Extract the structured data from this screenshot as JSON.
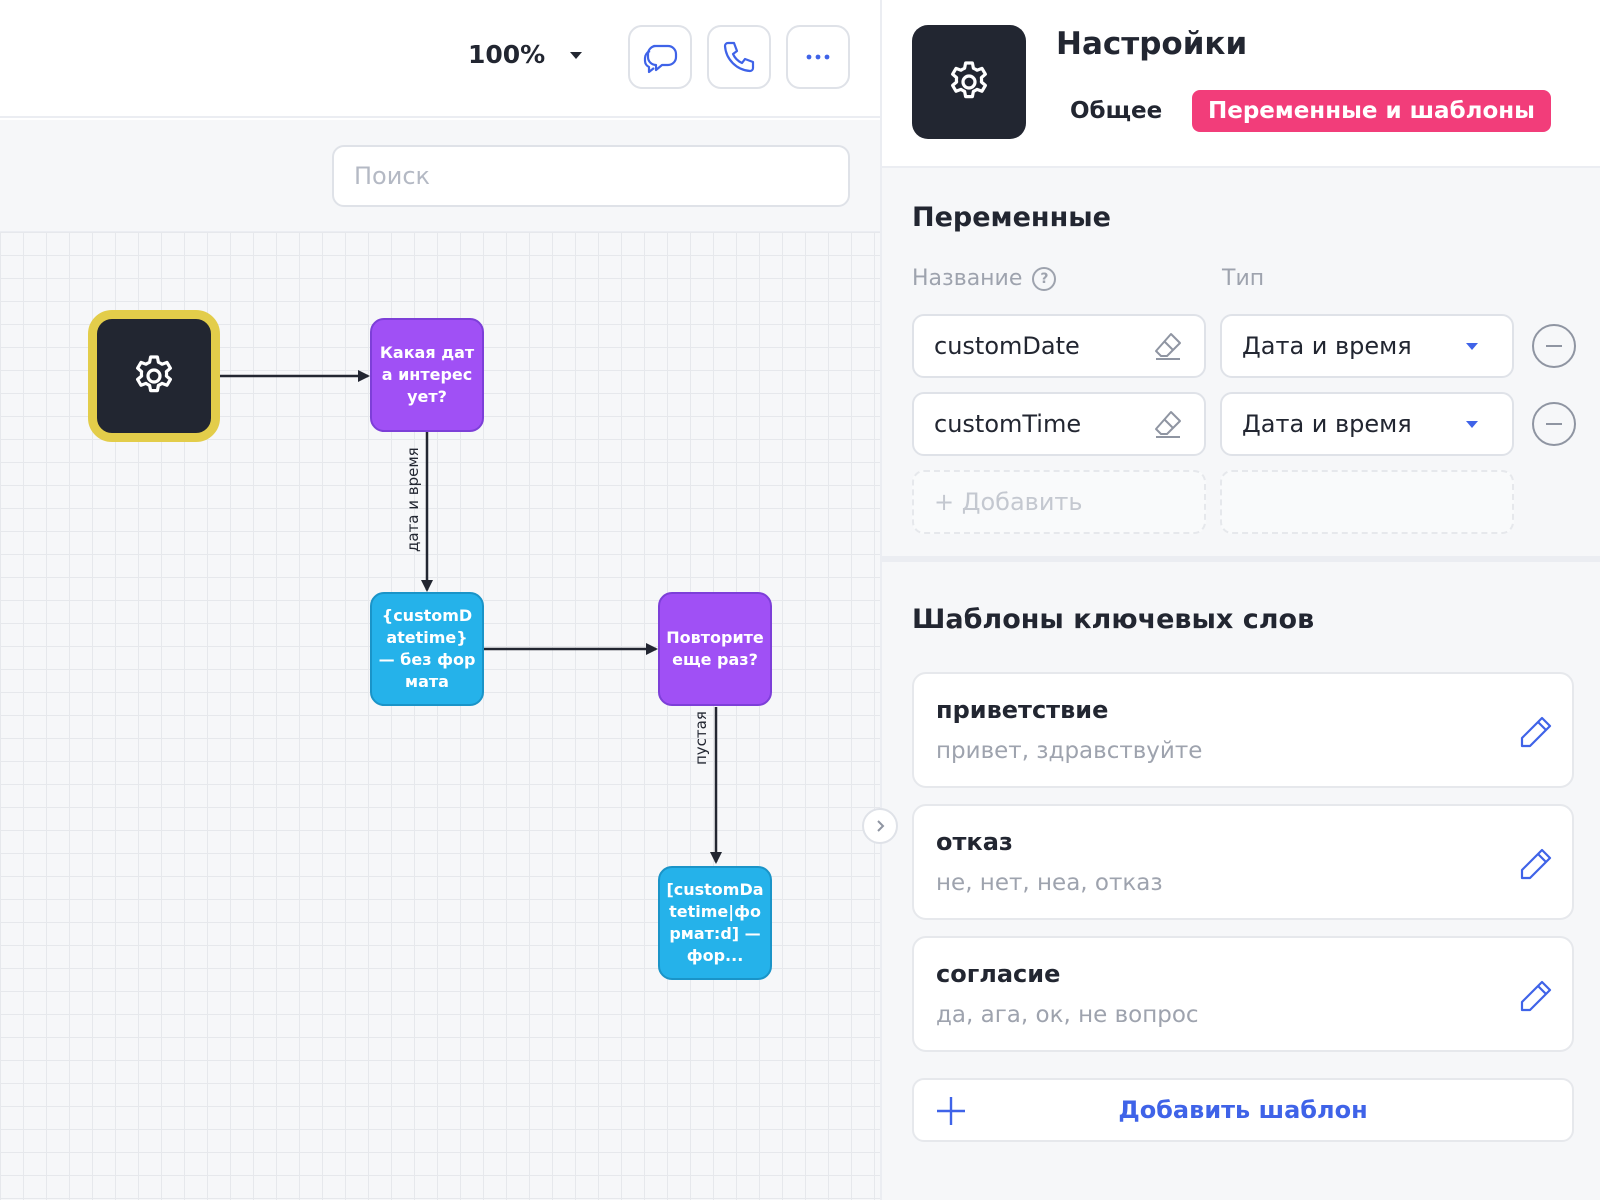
{
  "toolbar": {
    "zoom": "100%",
    "chat_icon": "chat-bubble-icon",
    "phone_icon": "phone-icon",
    "more_icon": "more-dots-icon"
  },
  "search": {
    "placeholder": "Поиск"
  },
  "flow": {
    "start_icon": "gear-icon",
    "nodes": [
      {
        "text": "Какая дата интересует?"
      },
      {
        "text": "{customDatetime} — без формата"
      },
      {
        "text": "Повторите еще раз?"
      },
      {
        "text": "[customDatetime|формат:d] — фор..."
      }
    ],
    "edges": [
      {
        "label": "дата и время"
      },
      {
        "label": "пустая"
      }
    ]
  },
  "panel": {
    "title": "Настройки",
    "tabs": [
      {
        "label": "Общее",
        "active": false
      },
      {
        "label": "Переменные и шаблоны",
        "active": true
      }
    ],
    "variables": {
      "title": "Переменные",
      "col_name": "Название",
      "col_type": "Тип",
      "rows": [
        {
          "name": "customDate",
          "type": "Дата и время"
        },
        {
          "name": "customTime",
          "type": "Дата и время"
        }
      ],
      "add_placeholder": "+ Добавить"
    },
    "templates": {
      "title": "Шаблоны ключевых слов",
      "items": [
        {
          "name": "приветствие",
          "words": "привет, здравствуйте"
        },
        {
          "name": "отказ",
          "words": "не, нет, неа, отказ"
        },
        {
          "name": "согласие",
          "words": "да, ага, ок, не вопрос"
        }
      ],
      "add_label": "Добавить шаблон"
    }
  },
  "colors": {
    "accent": "#f23d7a",
    "link": "#3f63e8",
    "node_purple": "#a050f5",
    "node_blue": "#25b2ea",
    "start_border": "#e3cd4a",
    "dark": "#222631"
  }
}
